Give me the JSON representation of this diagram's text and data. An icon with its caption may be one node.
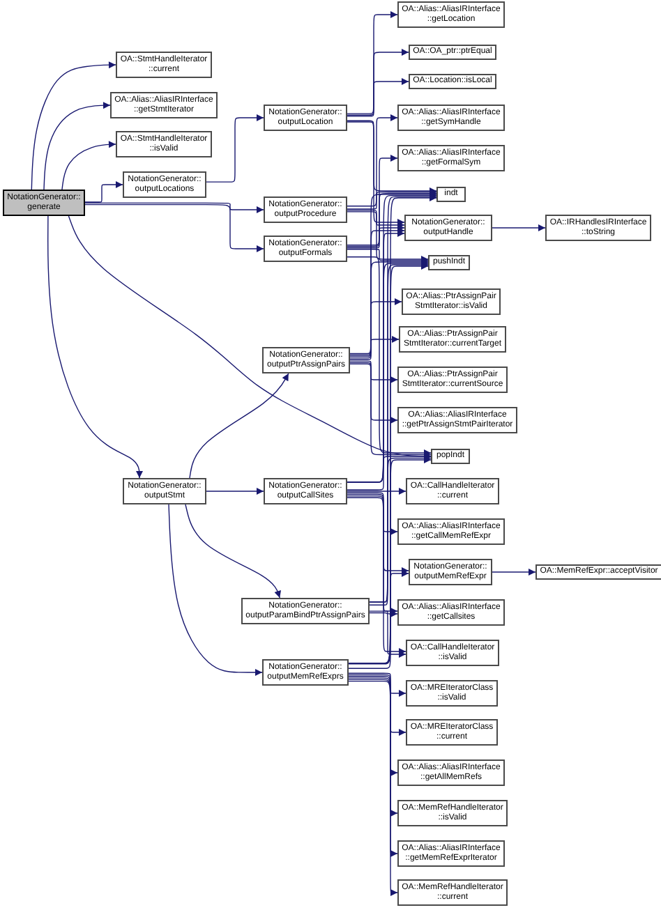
{
  "diagram": {
    "nodes": [
      {
        "text": [
          "NotationGenerator:: generate"
        ]
      },
      {
        "text": [
          "OA::StmtHandleIterator ::current"
        ]
      },
      {
        "text": [
          "OA::Alias::AliasIRInterface ::getStmtIterator"
        ]
      },
      {
        "text": [
          "OA::StmtHandleIterator ::isValid"
        ]
      },
      {
        "text": [
          "NotationGenerator:: outputLocations"
        ]
      },
      {
        "text": [
          "NotationGenerator:: outputLocation"
        ]
      },
      {
        "text": [
          "NotationGenerator:: outputProcedure"
        ]
      },
      {
        "text": [
          "NotationGenerator:: outputFormals"
        ]
      },
      {
        "text": [
          "NotationGenerator:: outputPtrAssignPairs"
        ]
      },
      {
        "text": [
          "NotationGenerator:: outputStmt"
        ]
      },
      {
        "text": [
          "NotationGenerator:: outputCallSites"
        ]
      },
      {
        "text": [
          "NotationGenerator:: outputParamBindPtrAssignPairs"
        ]
      },
      {
        "text": [
          "NotationGenerator:: outputMemRefExprs"
        ]
      },
      {
        "text": [
          "OA::Alias::AliasIRInterface ::getLocation"
        ]
      },
      {
        "text": [
          "OA::OA_ptr::ptrEqual"
        ]
      },
      {
        "text": [
          "OA::Location::isLocal"
        ]
      },
      {
        "text": [
          "OA::Alias::AliasIRInterface ::getSymHandle"
        ]
      },
      {
        "text": [
          "OA::Alias::AliasIRInterface ::getFormalSym"
        ]
      },
      {
        "text": [
          "indt"
        ]
      },
      {
        "text": [
          "NotationGenerator:: outputHandle"
        ]
      },
      {
        "text": [
          "OA::IRHandlesIRInterface ::toString"
        ]
      },
      {
        "text": [
          "pushIndt"
        ]
      },
      {
        "text": [
          "OA::Alias::PtrAssignPair StmtIterator::isValid"
        ]
      },
      {
        "text": [
          "OA::Alias::PtrAssignPair StmtIterator::currentTarget"
        ]
      },
      {
        "text": [
          "OA::Alias::PtrAssignPair StmtIterator::currentSource"
        ]
      },
      {
        "text": [
          "OA::Alias::AliasIRInterface ::getPtrAssignStmtPairIterator"
        ]
      },
      {
        "text": [
          "popIndt"
        ]
      },
      {
        "text": [
          "OA::CallHandleIterator ::current"
        ]
      },
      {
        "text": [
          "OA::Alias::AliasIRInterface ::getCallMemRefExpr"
        ]
      },
      {
        "text": [
          "NotationGenerator:: outputMemRefExpr"
        ]
      },
      {
        "text": [
          "OA::MemRefExpr::acceptVisitor"
        ]
      },
      {
        "text": [
          "OA::Alias::AliasIRInterface ::getCallsites"
        ]
      },
      {
        "text": [
          "OA::CallHandleIterator ::isValid"
        ]
      },
      {
        "text": [
          "OA::MREIteratorClass ::isValid"
        ]
      },
      {
        "text": [
          "OA::MREIteratorClass ::current"
        ]
      },
      {
        "text": [
          "OA::Alias::AliasIRInterface ::getAllMemRefs"
        ]
      },
      {
        "text": [
          "OA::MemRefHandleIterator ::isValid"
        ]
      },
      {
        "text": [
          "OA::Alias::AliasIRInterface ::getMemRefExprIterator"
        ]
      },
      {
        "text": [
          "OA::MemRefHandleIterator ::current"
        ]
      }
    ],
    "edges": [
      {
        "from": 0,
        "to": 1,
        "arrow": "to"
      },
      {
        "from": 0,
        "to": 2,
        "arrow": "to"
      },
      {
        "from": 0,
        "to": 3,
        "arrow": "to"
      },
      {
        "from": 0,
        "to": 4,
        "arrow": "to"
      },
      {
        "from": 0,
        "to": 6,
        "arrow": "to"
      },
      {
        "from": 0,
        "to": 7,
        "arrow": "to"
      },
      {
        "from": 0,
        "to": 9,
        "arrow": "to"
      },
      {
        "from": 0,
        "to": 26,
        "arrow": "to"
      },
      {
        "from": 4,
        "to": 5,
        "arrow": "to"
      },
      {
        "from": 5,
        "to": 13,
        "arrow": "to"
      },
      {
        "from": 5,
        "to": 14,
        "arrow": "to"
      },
      {
        "from": 5,
        "to": 15,
        "arrow": "to"
      },
      {
        "from": 5,
        "to": 18,
        "arrow": "to"
      },
      {
        "from": 5,
        "to": 19,
        "arrow": "to"
      },
      {
        "from": 6,
        "to": 16,
        "arrow": "to"
      },
      {
        "from": 6,
        "to": 18,
        "arrow": "to"
      },
      {
        "from": 6,
        "to": 19,
        "arrow": "to"
      },
      {
        "from": 6,
        "to": 21,
        "arrow": "to"
      },
      {
        "from": 7,
        "to": 17,
        "arrow": "to"
      },
      {
        "from": 7,
        "to": 18,
        "arrow": "to"
      },
      {
        "from": 7,
        "to": 19,
        "arrow": "to"
      },
      {
        "from": 7,
        "to": 21,
        "arrow": "to"
      },
      {
        "from": 7,
        "to": 26,
        "arrow": "to"
      },
      {
        "from": 19,
        "to": 20,
        "arrow": "to"
      },
      {
        "from": 9,
        "to": 8,
        "arrow": "to"
      },
      {
        "from": 9,
        "to": 10,
        "arrow": "to"
      },
      {
        "from": 9,
        "to": 11,
        "arrow": "to"
      },
      {
        "from": 9,
        "to": 12,
        "arrow": "to"
      },
      {
        "from": 8,
        "to": 22,
        "arrow": "to"
      },
      {
        "from": 8,
        "to": 23,
        "arrow": "to"
      },
      {
        "from": 8,
        "to": 24,
        "arrow": "to"
      },
      {
        "from": 8,
        "to": 25,
        "arrow": "to"
      },
      {
        "from": 8,
        "to": 18,
        "arrow": "to"
      },
      {
        "from": 8,
        "to": 19,
        "arrow": "to"
      },
      {
        "from": 8,
        "to": 21,
        "arrow": "to"
      },
      {
        "from": 8,
        "to": 26,
        "arrow": "to"
      },
      {
        "from": 10,
        "to": 27,
        "arrow": "to"
      },
      {
        "from": 10,
        "to": 28,
        "arrow": "to"
      },
      {
        "from": 10,
        "to": 29,
        "arrow": "to"
      },
      {
        "from": 10,
        "to": 31,
        "arrow": "to"
      },
      {
        "from": 10,
        "to": 32,
        "arrow": "to"
      },
      {
        "from": 10,
        "to": 18,
        "arrow": "to"
      },
      {
        "from": 10,
        "to": 19,
        "arrow": "to"
      },
      {
        "from": 10,
        "to": 21,
        "arrow": "to"
      },
      {
        "from": 10,
        "to": 26,
        "arrow": "to"
      },
      {
        "from": 11,
        "to": 31,
        "arrow": "to"
      },
      {
        "from": 11,
        "to": 32,
        "arrow": "to"
      },
      {
        "from": 11,
        "to": 18,
        "arrow": "to"
      },
      {
        "from": 11,
        "to": 21,
        "arrow": "to"
      },
      {
        "from": 11,
        "to": 26,
        "arrow": "to"
      },
      {
        "from": 12,
        "to": 33,
        "arrow": "to"
      },
      {
        "from": 12,
        "to": 34,
        "arrow": "to"
      },
      {
        "from": 12,
        "to": 35,
        "arrow": "to"
      },
      {
        "from": 12,
        "to": 36,
        "arrow": "to"
      },
      {
        "from": 12,
        "to": 37,
        "arrow": "to"
      },
      {
        "from": 12,
        "to": 38,
        "arrow": "to"
      },
      {
        "from": 12,
        "to": 29,
        "arrow": "to"
      },
      {
        "from": 12,
        "to": 18,
        "arrow": "to"
      },
      {
        "from": 12,
        "to": 21,
        "arrow": "to"
      },
      {
        "from": 12,
        "to": 26,
        "arrow": "to"
      },
      {
        "from": 29,
        "to": 30,
        "arrow": "to"
      }
    ]
  }
}
